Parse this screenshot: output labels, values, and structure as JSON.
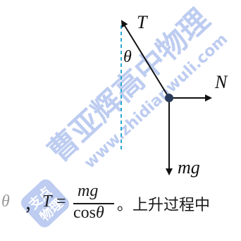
{
  "diagram": {
    "labels": {
      "tension": "T",
      "angle": "θ",
      "normal": "N",
      "weight": "mg"
    },
    "colors": {
      "force_lines": "#111111",
      "reference_line": "#2aa8d0",
      "body_dot": "#2a3a5a",
      "watermark": "#6f8fe0"
    }
  },
  "formula": {
    "lead_theta": "θ",
    "comma": "，",
    "lhs": "T",
    "equals": "=",
    "numerator": "mg",
    "denominator_text": "cos",
    "denominator_theta": "θ",
    "tail": "。上升过程中"
  },
  "watermark": {
    "main": "曹亚辉高中物理",
    "url": "www.zhidianwuli.com",
    "logo_top": "支点",
    "logo_bottom": "物理"
  }
}
